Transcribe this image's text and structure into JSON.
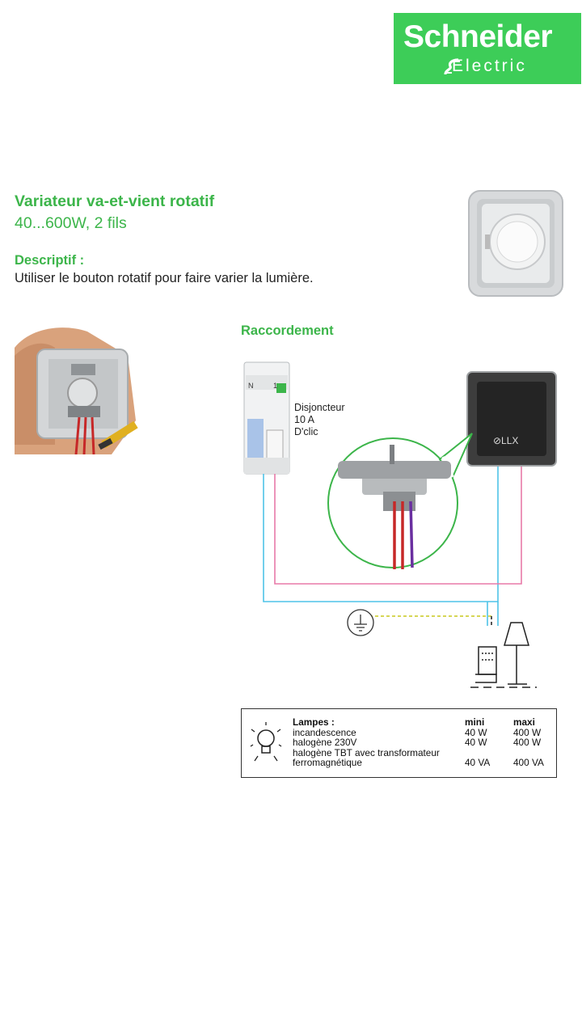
{
  "logo": {
    "name": "Schneider",
    "sub": "Electric"
  },
  "product": {
    "title": "Variateur va-et-vient rotatif",
    "subtitle": "40...600W, 2 fils"
  },
  "description": {
    "heading": "Descriptif :",
    "text": "Utiliser le bouton rotatif  pour faire varier la lumière."
  },
  "wiring": {
    "heading": "Raccordement",
    "breaker_label": [
      "Disjoncteur",
      "10 A",
      "D'clic"
    ],
    "breaker_marks": [
      "N",
      "1"
    ],
    "module_marks": "⊘LLX"
  },
  "lamps": {
    "header": "Lampes :",
    "col_min": "mini",
    "col_max": "maxi",
    "rows": [
      {
        "label": "incandescence",
        "min": "40 W",
        "max": "400 W"
      },
      {
        "label": "halogène 230V",
        "min": "40 W",
        "max": "400 W"
      },
      {
        "label": "halogène TBT avec transformateur",
        "min": "",
        "max": ""
      },
      {
        "label": "ferromagnétique",
        "min": "40 VA",
        "max": "400 VA"
      }
    ]
  },
  "colors": {
    "brand": "#3dcd58",
    "heading": "#3cb54a",
    "neutral_wire": "#4fc3e8",
    "phase_wire": "#e87aa8",
    "earth_wire": "#c8c81e"
  }
}
